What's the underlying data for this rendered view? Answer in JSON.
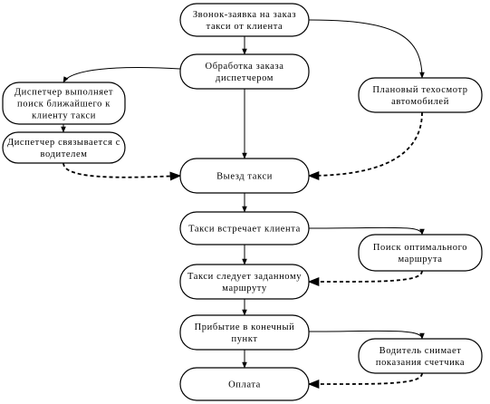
{
  "nodes": [
    {
      "id": "call",
      "lines": [
        "Звонок-заявка на заказ",
        "такси от клиента"
      ]
    },
    {
      "id": "processing",
      "lines": [
        "Обработка заказа",
        "диспетчером"
      ]
    },
    {
      "id": "search-nearest",
      "lines": [
        "Диспетчер выполняет",
        "поиск ближайшего к",
        "клиенту такси"
      ]
    },
    {
      "id": "contact-driver",
      "lines": [
        "Диспетчер связывается с",
        "водителем"
      ]
    },
    {
      "id": "maintenance",
      "lines": [
        "Плановый техосмотр",
        "автомобилей"
      ]
    },
    {
      "id": "taxi-departure",
      "lines": [
        "Выезд такси"
      ]
    },
    {
      "id": "meet-client",
      "lines": [
        "Такси встречает клиента"
      ]
    },
    {
      "id": "optimal-route",
      "lines": [
        "Поиск оптимального",
        "маршрута"
      ]
    },
    {
      "id": "follow-route",
      "lines": [
        "Такси следует заданному",
        "маршруту"
      ]
    },
    {
      "id": "arrival",
      "lines": [
        "Прибытие в конечный",
        "пункт"
      ]
    },
    {
      "id": "meter-reading",
      "lines": [
        "Водитель снимает",
        "показания счетчика"
      ]
    },
    {
      "id": "payment",
      "lines": [
        "Оплата"
      ]
    }
  ],
  "edges": [
    {
      "from": "call",
      "to": "processing",
      "style": "solid"
    },
    {
      "from": "call",
      "to": "maintenance",
      "style": "solid"
    },
    {
      "from": "processing",
      "to": "search-nearest",
      "style": "solid"
    },
    {
      "from": "search-nearest",
      "to": "contact-driver",
      "style": "solid"
    },
    {
      "from": "processing",
      "to": "taxi-departure",
      "style": "solid"
    },
    {
      "from": "contact-driver",
      "to": "taxi-departure",
      "style": "dashed"
    },
    {
      "from": "maintenance",
      "to": "taxi-departure",
      "style": "dashed"
    },
    {
      "from": "taxi-departure",
      "to": "meet-client",
      "style": "solid"
    },
    {
      "from": "meet-client",
      "to": "optimal-route",
      "style": "solid"
    },
    {
      "from": "meet-client",
      "to": "follow-route",
      "style": "solid"
    },
    {
      "from": "optimal-route",
      "to": "follow-route",
      "style": "dashed"
    },
    {
      "from": "follow-route",
      "to": "arrival",
      "style": "solid"
    },
    {
      "from": "arrival",
      "to": "meter-reading",
      "style": "solid"
    },
    {
      "from": "arrival",
      "to": "payment",
      "style": "solid"
    },
    {
      "from": "meter-reading",
      "to": "payment",
      "style": "dashed"
    }
  ]
}
